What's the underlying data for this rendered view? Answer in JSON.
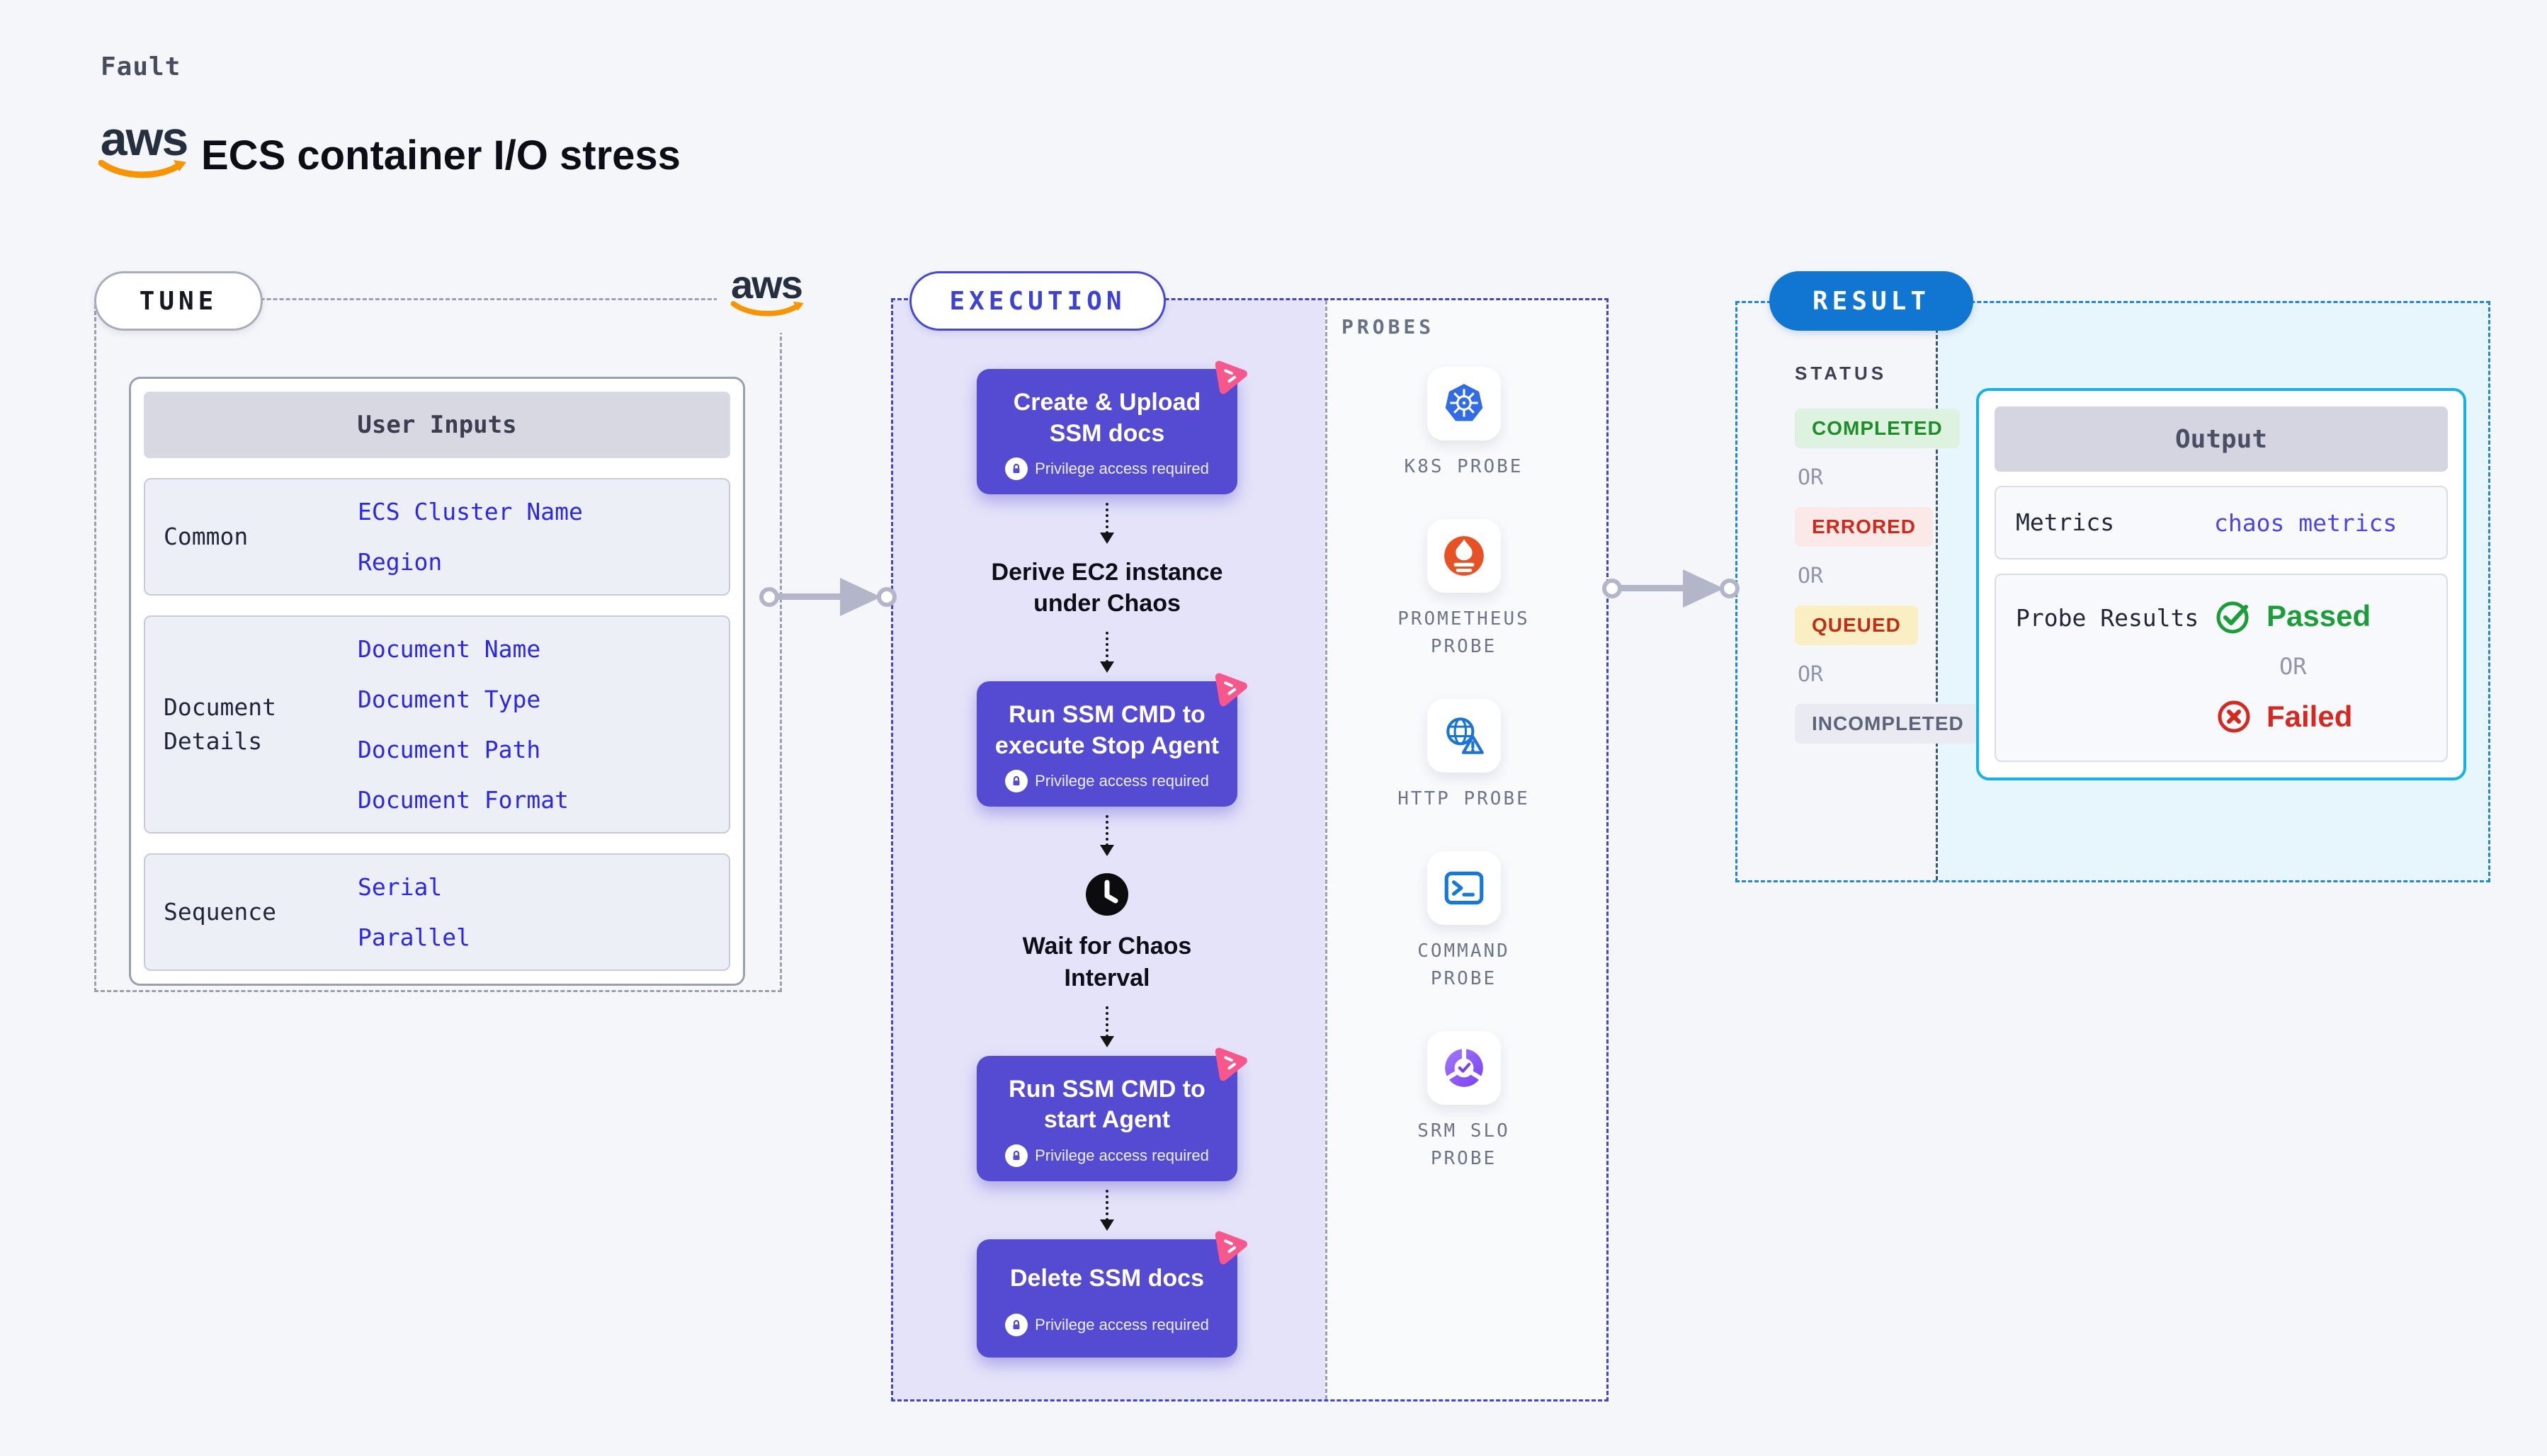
{
  "page": {
    "fault_label": "Fault",
    "title": "ECS container I/O stress",
    "aws_logo_text": "aws"
  },
  "tune": {
    "pill": "TUNE",
    "user_inputs": {
      "header": "User Inputs",
      "rows": [
        {
          "label": "Common",
          "values": [
            "ECS Cluster Name",
            "Region"
          ]
        },
        {
          "label": "Document Details",
          "values": [
            "Document Name",
            "Document Type",
            "Document Path",
            "Document Format"
          ]
        },
        {
          "label": "Sequence",
          "values": [
            "Serial",
            "Parallel"
          ]
        }
      ]
    }
  },
  "execution": {
    "pill": "EXECUTION",
    "steps": [
      {
        "title": "Create & Upload SSM docs",
        "badge": "Privilege access required"
      },
      {
        "title": "Run SSM CMD to execute Stop Agent",
        "badge": "Privilege access required"
      },
      {
        "title": "Run SSM CMD to start Agent",
        "badge": "Privilege access required"
      },
      {
        "title": "Delete SSM docs",
        "badge": "Privilege access required"
      }
    ],
    "derive_label": "Derive EC2 instance under Chaos",
    "wait_label": "Wait for Chaos Interval",
    "probes": {
      "header": "PROBES",
      "items": [
        {
          "label": "K8S PROBE",
          "icon": "kubernetes-icon"
        },
        {
          "label": "PROMETHEUS PROBE",
          "icon": "prometheus-icon"
        },
        {
          "label": "HTTP PROBE",
          "icon": "http-globe-warning-icon"
        },
        {
          "label": "COMMAND PROBE",
          "icon": "terminal-icon"
        },
        {
          "label": "SRM SLO PROBE",
          "icon": "srm-slo-icon"
        }
      ]
    }
  },
  "result": {
    "pill": "RESULT",
    "status": {
      "header": "STATUS",
      "or_label": "OR",
      "badges": [
        "COMPLETED",
        "ERRORED",
        "QUEUED",
        "INCOMPLETED"
      ]
    },
    "output": {
      "header": "Output",
      "metrics_label": "Metrics",
      "metrics_value": "chaos metrics",
      "probe_results_label": "Probe Results",
      "passed_label": "Passed",
      "or_label": "OR",
      "failed_label": "Failed"
    }
  },
  "colors": {
    "step_purple": "#554bd3",
    "execution_bg": "#e4e3f9",
    "execution_border": "#4145d5",
    "result_border": "#1d87dc",
    "result_pill_blue": "#1176d2",
    "output_border_cyan": "#15b2e8",
    "output_bg_cyan": "#e7f5fc",
    "input_value_blue": "#2b27e8",
    "metrics_value_indigo": "#4a43ee",
    "passed_green": "#1b9e38",
    "failed_red": "#d6281f",
    "aws_orange": "#f79400",
    "chaos_pink": "#f7578a",
    "arrow_gray": "#b3b6c8"
  }
}
